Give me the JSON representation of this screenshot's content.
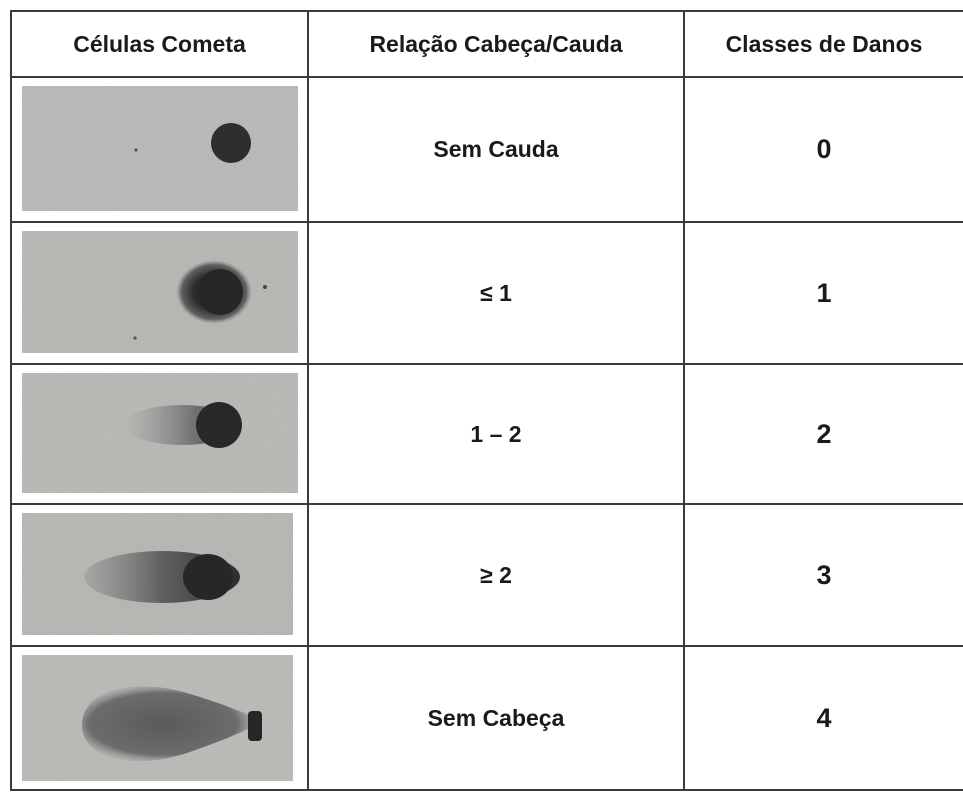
{
  "table": {
    "headers": {
      "cells": "Células Cometa",
      "ratio": "Relação  Cabeça/Cauda",
      "classes": "Classes de Danos"
    },
    "rows": [
      {
        "image": "comet-cell-no-tail",
        "ratio": "Sem Cauda",
        "class": "0"
      },
      {
        "image": "comet-cell-small-tail",
        "ratio": "≤  1",
        "class": "1"
      },
      {
        "image": "comet-cell-medium-tail",
        "ratio": "1 – 2",
        "class": "2"
      },
      {
        "image": "comet-cell-long-tail",
        "ratio": "≥  2",
        "class": "3"
      },
      {
        "image": "comet-cell-no-head",
        "ratio": "Sem Cabeça",
        "class": "4"
      }
    ]
  }
}
